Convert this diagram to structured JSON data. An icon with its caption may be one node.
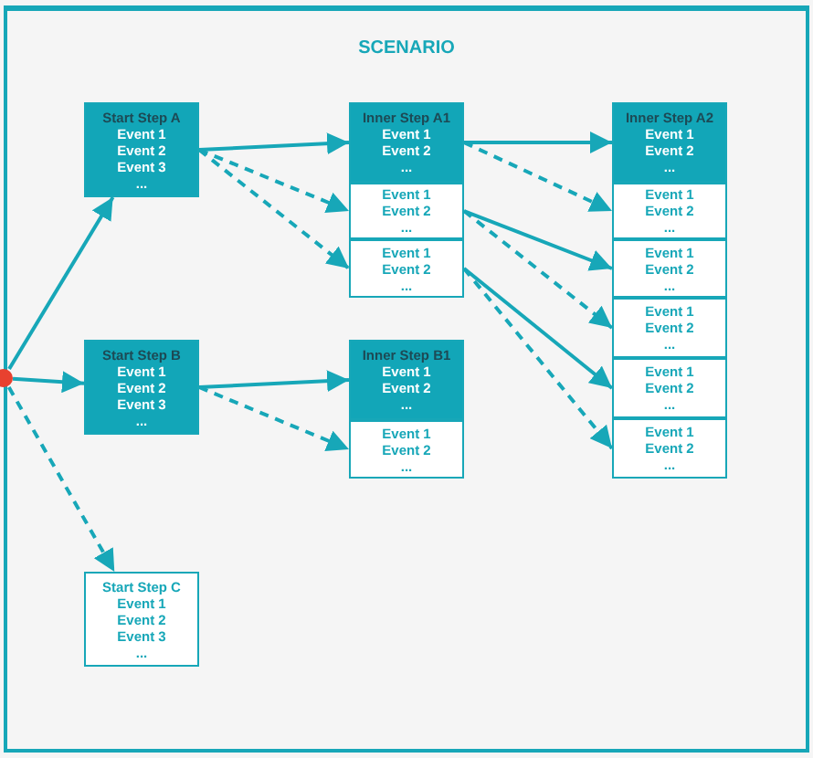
{
  "diagram": {
    "nodes": [
      {
        "text": [
          "SCENARIO"
        ]
      },
      {
        "text": [],
        "shape": "circle"
      },
      {
        "text": [
          "Start Step A",
          "Event 1",
          "Event 2",
          "Event 3",
          "..."
        ],
        "in": 0
      },
      {
        "text": [
          "Inner Step A1",
          "Event 1",
          "Event 2",
          "..."
        ],
        "in": 0
      },
      {
        "text": [
          "Event 1",
          "Event 2",
          "..."
        ],
        "in": 0
      },
      {
        "text": [
          "Event 1",
          "Event 2",
          "..."
        ],
        "in": 0
      },
      {
        "text": [
          "Inner Step A2",
          "Event 1",
          "Event 2",
          "..."
        ],
        "in": 0
      },
      {
        "text": [
          "Event 1",
          "Event 2",
          "..."
        ],
        "in": 0
      },
      {
        "text": [
          "Event 1",
          "Event 2",
          "..."
        ],
        "in": 0
      },
      {
        "text": [
          "Event 1",
          "Event 2",
          "..."
        ],
        "in": 0
      },
      {
        "text": [
          "Event 1",
          "Event 2",
          "..."
        ],
        "in": 0
      },
      {
        "text": [
          "Event 1",
          "Event 2",
          "..."
        ],
        "in": 0
      },
      {
        "text": [
          "Start Step B",
          "Event 1",
          "Event 2",
          "Event 3",
          "..."
        ],
        "in": 0
      },
      {
        "text": [
          "Inner Step B1",
          "Event 1",
          "Event 2",
          "..."
        ],
        "in": 0
      },
      {
        "text": [
          "Event 1",
          "Event 2",
          "..."
        ],
        "in": 0
      },
      {
        "text": [
          "Start Step C",
          "Event 1",
          "Event 2",
          "Event 3",
          "..."
        ],
        "in": 0
      }
    ],
    "edges": [
      {
        "from": 1,
        "to": 2,
        "arrow": "to"
      },
      {
        "from": 1,
        "to": 12,
        "arrow": "to"
      },
      {
        "from": 1,
        "to": 15,
        "arrow": "to",
        "style": "dashed"
      },
      {
        "from": 2,
        "to": 3,
        "arrow": "to"
      },
      {
        "from": 2,
        "to": 4,
        "arrow": "to",
        "style": "dashed"
      },
      {
        "from": 2,
        "to": 5,
        "arrow": "to",
        "style": "dashed"
      },
      {
        "from": 3,
        "to": 6,
        "arrow": "to"
      },
      {
        "from": 3,
        "to": 7,
        "arrow": "to",
        "style": "dashed"
      },
      {
        "from": 4,
        "to": 8,
        "arrow": "to"
      },
      {
        "from": 4,
        "to": 9,
        "arrow": "to",
        "style": "dashed"
      },
      {
        "from": 5,
        "to": 10,
        "arrow": "to"
      },
      {
        "from": 5,
        "to": 11,
        "arrow": "to",
        "style": "dashed"
      },
      {
        "from": 12,
        "to": 13,
        "arrow": "to"
      },
      {
        "from": 12,
        "to": 14,
        "arrow": "to",
        "style": "dashed"
      }
    ]
  }
}
